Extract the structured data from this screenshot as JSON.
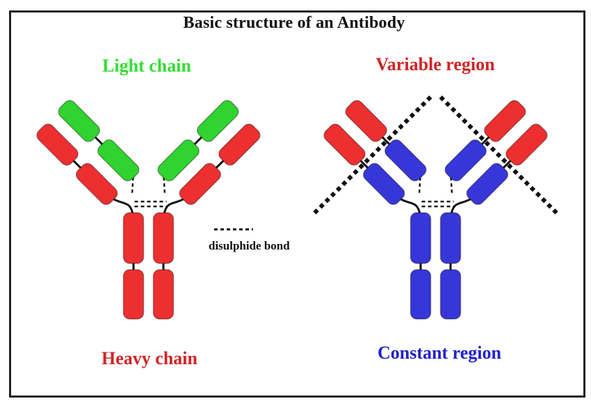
{
  "title": "Basic structure of an Antibody",
  "labels": {
    "light_chain": "Light chain",
    "variable_region": "Variable region",
    "heavy_chain": "Heavy chain",
    "constant_region": "Constant region",
    "disulphide_bond": "disulphide bond"
  },
  "colors": {
    "light_chain_green": "#30d330",
    "heavy_chain_red": "#ee2f2f",
    "constant_region_blue": "#3736d8",
    "label_green": "#33dd33",
    "label_red": "#d02525",
    "label_blue": "#2121cc",
    "title_black": "#111111",
    "line_black": "#111111",
    "frame_black": "#222222",
    "background": "#ffffff"
  }
}
